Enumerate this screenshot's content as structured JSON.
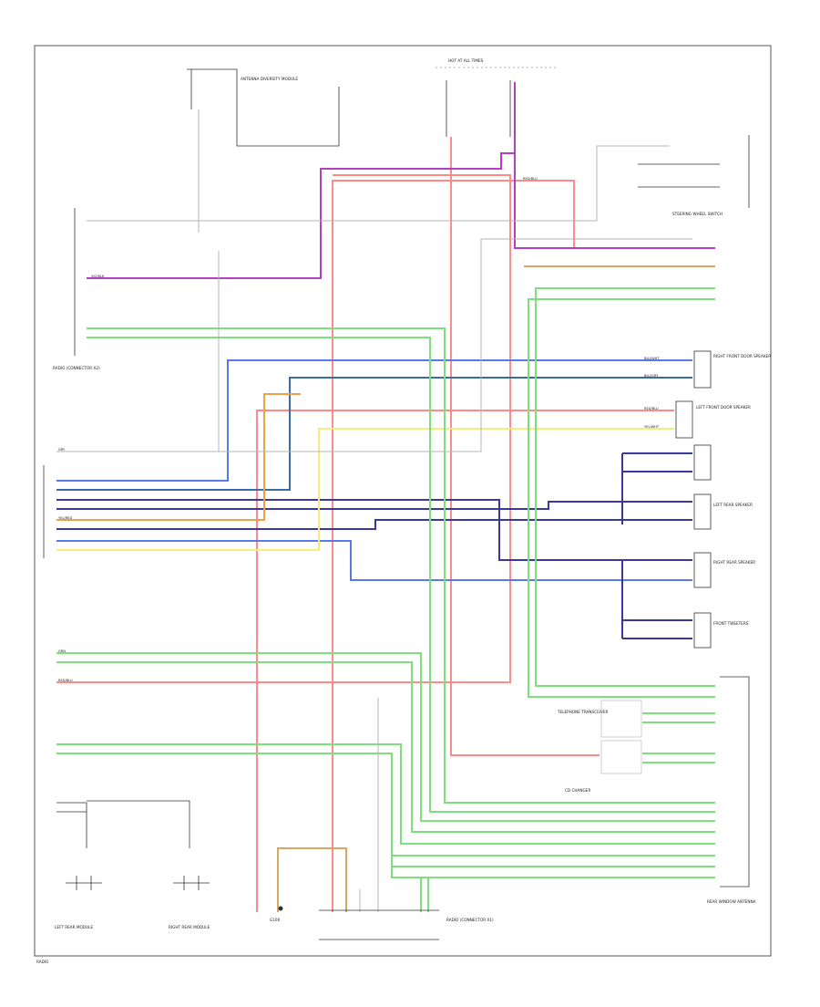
{
  "page_label": "RADIO",
  "colors": {
    "red": "#ff8a8a",
    "violet": "#b040c0",
    "blue": "#5a78e8",
    "darkblue": "#3838a0",
    "teal": "#3a6aa8",
    "green": "#7de07d",
    "orange": "#f0a048",
    "yellow": "#f3ef7a",
    "tan": "#d8a860",
    "grey": "#b5b5b5"
  },
  "components": {
    "radio_left": "RADIO (CONNECTOR X2)",
    "right_front_door": "RIGHT FRONT DOOR SPEAKER",
    "left_front_door": "LEFT FRONT DOOR SPEAKER",
    "right_rear_speaker": "RIGHT REAR SPEAKER",
    "left_rear_speaker": "LEFT REAR SPEAKER",
    "front_tweeters": "FRONT TWEETERS",
    "telephone_module": "TELEPHONE TRANSCEIVER",
    "cd_changer": "CD CHANGER",
    "radio_bottom": "RADIO (CONNECTOR X1)",
    "rear_window_antenna": "REAR WINDOW ANTENNA",
    "left_rear_module": "LEFT REAR MODULE",
    "right_rear_module": "RIGHT REAR MODULE",
    "ground_point": "G100",
    "diversity_box": "ANTENNA DIVERSITY MODULE",
    "steering_switch": "STEERING WHEEL SWITCH",
    "fuse_box": "HOT AT ALL TIMES"
  },
  "wire_colors": {
    "red": "RED/BLU",
    "violet": "VIO/BLK",
    "blue": "BLU/WHT",
    "darkblue": "BLU/GRY",
    "green": "GRN",
    "orange": "YEL/RED",
    "yellow": "YEL/WHT",
    "grey": "GRY"
  }
}
